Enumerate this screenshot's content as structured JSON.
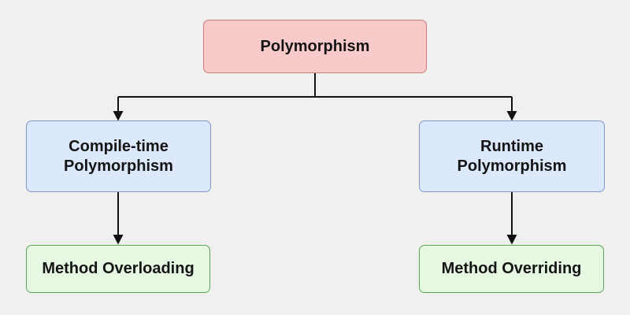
{
  "diagram": {
    "type": "flowchart",
    "nodes": {
      "root": {
        "label": "Polymorphism"
      },
      "compile_time": {
        "label": "Compile-time Polymorphism"
      },
      "runtime": {
        "label": "Runtime Polymorphism"
      },
      "overloading": {
        "label": "Method Overloading"
      },
      "overriding": {
        "label": "Method Overriding"
      }
    },
    "edges": [
      {
        "from": "root",
        "to": "compile_time"
      },
      {
        "from": "root",
        "to": "runtime"
      },
      {
        "from": "compile_time",
        "to": "overloading"
      },
      {
        "from": "runtime",
        "to": "overriding"
      }
    ]
  },
  "colors": {
    "background": "#f0f0ef",
    "root_fill": "#f8cbca",
    "root_border": "#cb7c78",
    "branch_fill": "#dce8fb",
    "branch_border": "#7e97cd",
    "leaf_fill": "#e6f8e2",
    "leaf_border": "#5fa25c",
    "line": "#111111",
    "text": "#151515"
  }
}
